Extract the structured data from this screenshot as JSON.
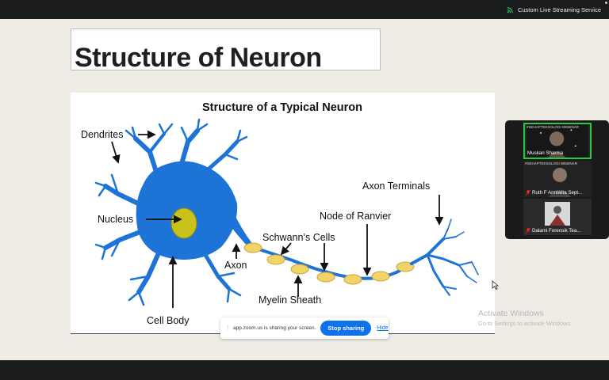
{
  "topbar": {
    "stream_label": "Custom Live Streaming Service",
    "stream_icon": "live-stream-icon"
  },
  "slide": {
    "title": "Structure of Neuron"
  },
  "diagram": {
    "heading": "Structure of a Typical Neuron",
    "labels": {
      "dendrites": "Dendrites",
      "nucleus": "Nucleus",
      "cell_body": "Cell Body",
      "axon": "Axon",
      "schwann": "Schwann’s Cells",
      "myelin": "Myelin Sheath",
      "ranvier": "Node of Ranvier",
      "terminals": "Axon Terminals"
    },
    "colors": {
      "neuron": "#1e73d6",
      "nucleus": "#c9c21c",
      "myelin": "#f0d46a"
    }
  },
  "share_bar": {
    "message": "app.zoom.us is sharing your screen.",
    "stop_label": "Stop sharing",
    "hide_label": "Hide"
  },
  "participants": [
    {
      "header": "#SEHAPTEKSOLOGI WEBINAR",
      "name": "Muskan Sharma",
      "active": true,
      "muted": false
    },
    {
      "header": "#SEHAPTEKSOLOGI WEBINAR",
      "name": "Ruth F Armiwita Sept...",
      "active": false,
      "muted": true
    },
    {
      "header": "",
      "name": "Dalami Forensik Tea...",
      "active": false,
      "muted": true
    }
  ],
  "watermark": {
    "title": "Activate Windows",
    "subtitle": "Go to Settings to activate Windows."
  }
}
